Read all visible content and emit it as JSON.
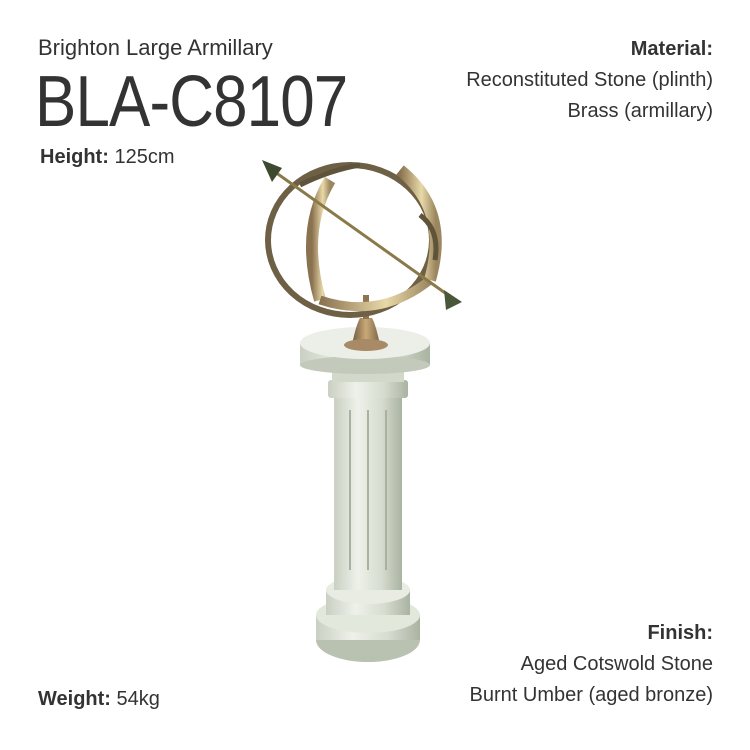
{
  "product": {
    "name": "Brighton Large Armillary",
    "code": "BLA-C8107",
    "image_alt": "Armillary sphere sundial on fluted stone pedestal"
  },
  "specs": {
    "height": {
      "label": "Height:",
      "value": "125cm"
    },
    "weight": {
      "label": "Weight:",
      "value": "54kg"
    },
    "material": {
      "label": "Material:",
      "lines": [
        "Reconstituted Stone (plinth)",
        "Brass (armillary)"
      ]
    },
    "finish": {
      "label": "Finish:",
      "lines": [
        "Aged Cotswold Stone",
        "Burnt Umber (aged bronze)"
      ]
    }
  },
  "colors": {
    "text": "#333333",
    "background": "#ffffff",
    "brass": "#9a7a52",
    "stone": "#dfe4d8"
  }
}
